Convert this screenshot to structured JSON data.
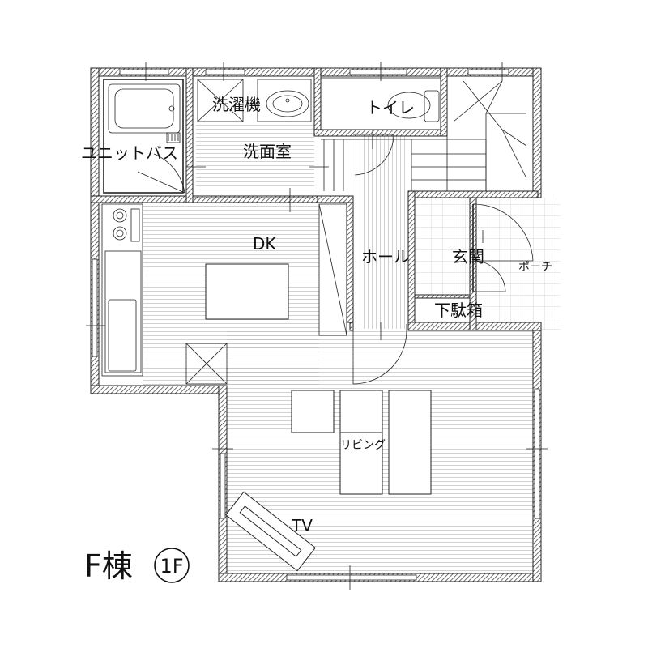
{
  "title": "F棟",
  "floor_badge": "1F",
  "rooms": {
    "unit_bath": "ユニットバス",
    "laundry": "洗濯機",
    "washroom": "洗面室",
    "toilet": "トイレ",
    "dk": "DK",
    "hall": "ホール",
    "entrance": "玄関",
    "porch": "ポーチ",
    "shoe_box": "下駄箱",
    "living": "リビング",
    "tv": "TV"
  }
}
